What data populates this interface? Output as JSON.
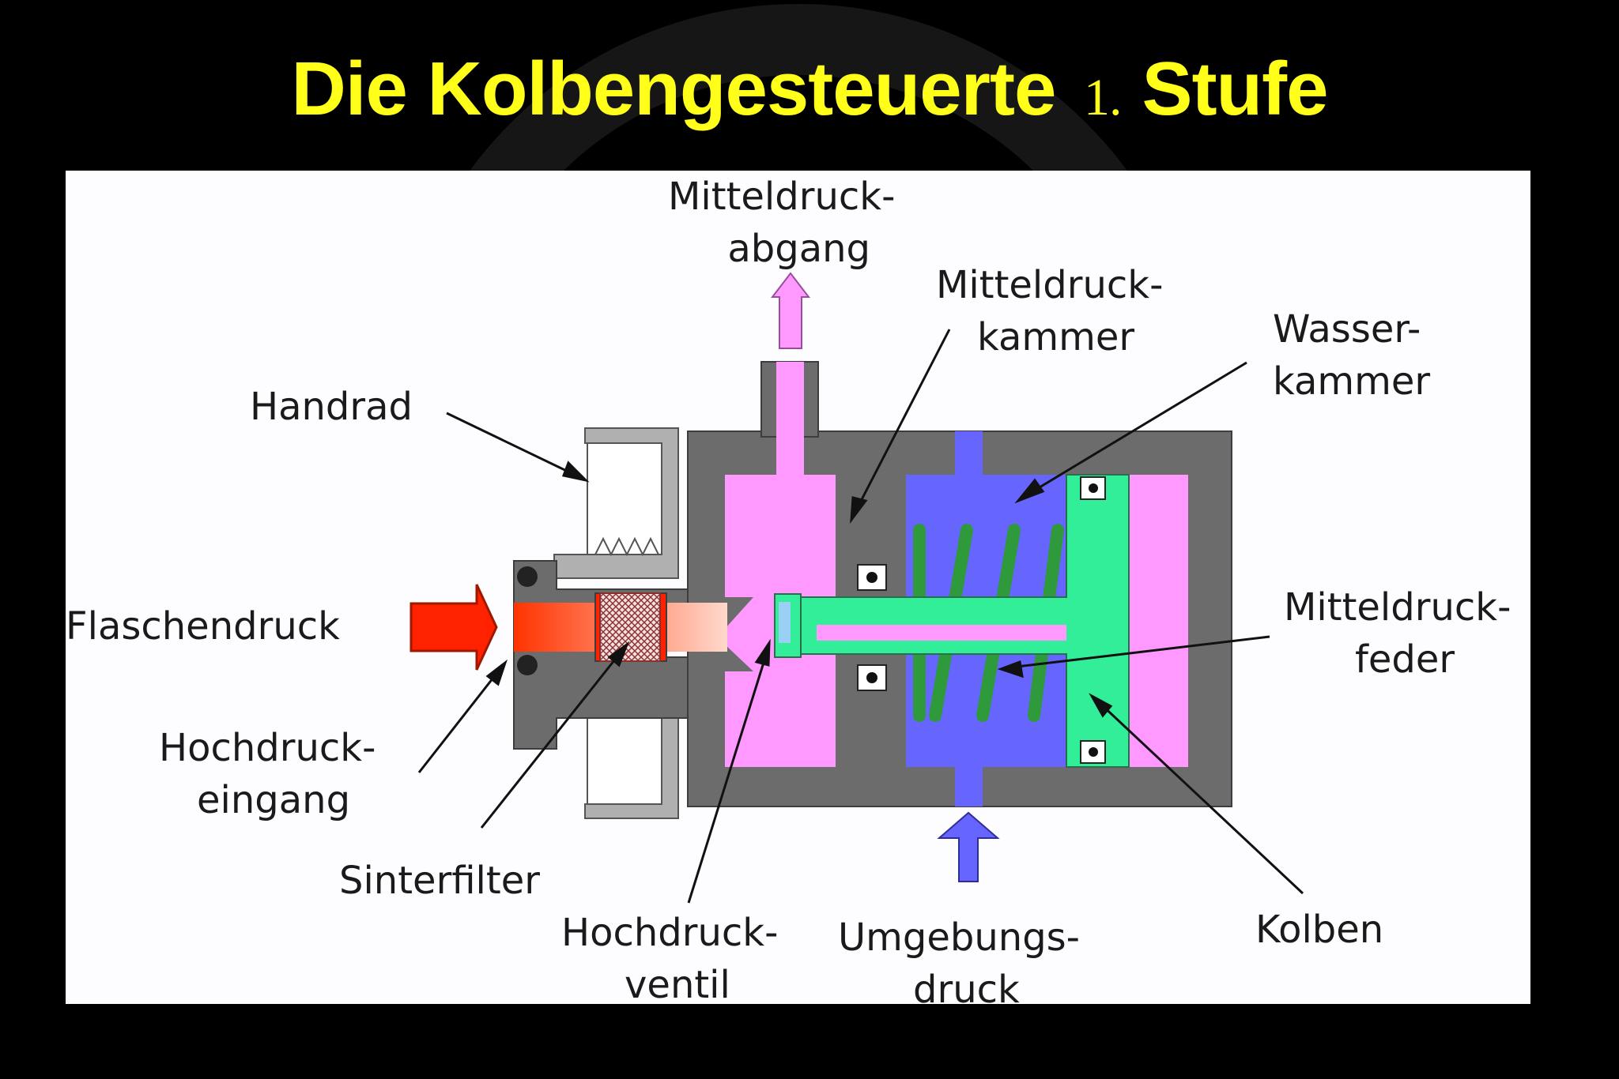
{
  "title": {
    "main": "Die Kolbengesteuerte",
    "number": "1.",
    "stage": "Stufe"
  },
  "colors": {
    "background": "#000000",
    "title": "#ffff1a",
    "housing": "#6c6c6c",
    "medium_pressure_chamber": "#ff99ff",
    "water_chamber": "#6666ff",
    "piston": "#33ee99",
    "spring": "#2e9a3c",
    "high_pressure": "#ff2200",
    "handwheel": "#b0b0b0"
  },
  "labels": {
    "mitteldruck_abgang": [
      "Mitteldruck-",
      "abgang"
    ],
    "mitteldruck_kammer": [
      "Mitteldruck-",
      "kammer"
    ],
    "wasser_kammer": [
      "Wasser-",
      "kammer"
    ],
    "handrad": "Handrad",
    "flaschendruck": "Flaschendruck",
    "mitteldruck_feder": [
      "Mitteldruck-",
      "feder"
    ],
    "hochdruck_eingang": [
      "Hochdruck-",
      "eingang"
    ],
    "sinterfilter": "Sinterfilter",
    "hochdruck_ventil": [
      "Hochdruck-",
      "ventil"
    ],
    "umgebungs_druck": [
      "Umgebungs-",
      "druck"
    ],
    "kolben": "Kolben"
  },
  "icons": {
    "outlet_arrow": "arrow-up-icon",
    "inlet_arrow": "arrow-right-icon",
    "ambient_arrow": "arrow-up-icon"
  }
}
